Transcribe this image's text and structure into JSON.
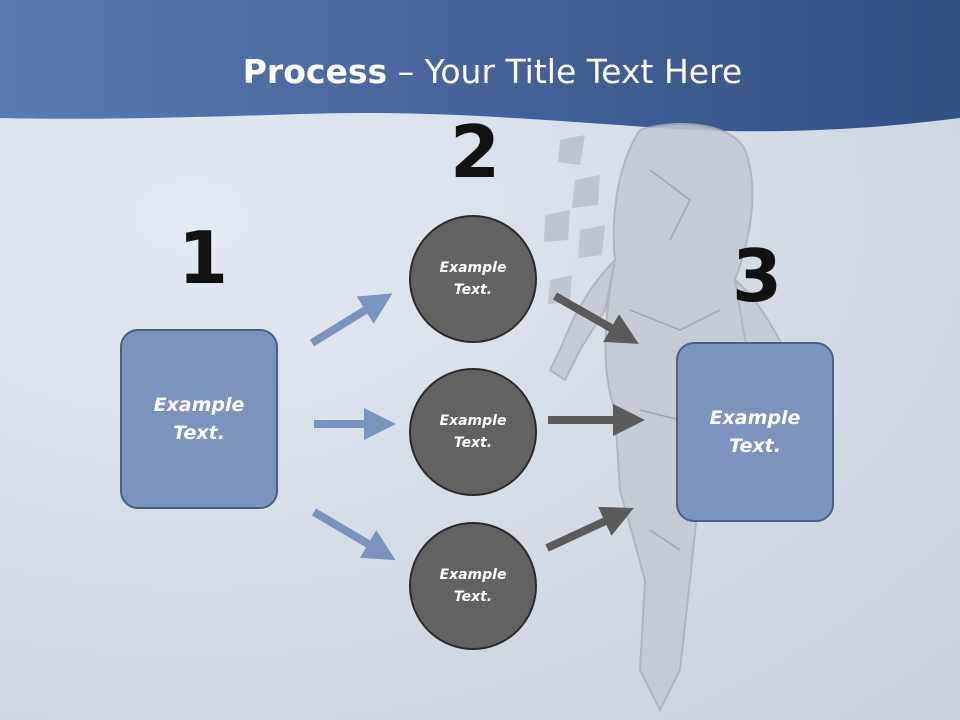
{
  "title": {
    "bold": "Process",
    "rest": " – Your Title Text Here"
  },
  "steps": [
    {
      "number": "1",
      "text_line1": "Example",
      "text_line2": "Text."
    },
    {
      "number": "2",
      "circles": [
        {
          "text_line1": "Example",
          "text_line2": "Text."
        },
        {
          "text_line1": "Example",
          "text_line2": "Text."
        },
        {
          "text_line1": "Example",
          "text_line2": "Text."
        }
      ]
    },
    {
      "number": "3",
      "text_line1": "Example",
      "text_line2": "Text."
    }
  ],
  "colors": {
    "header": "#3d5a8c",
    "box_fill": "#7b93bd",
    "circle_fill": "#626262",
    "blue_arrow": "#7b93bd",
    "dark_arrow": "#5a5a5a"
  }
}
